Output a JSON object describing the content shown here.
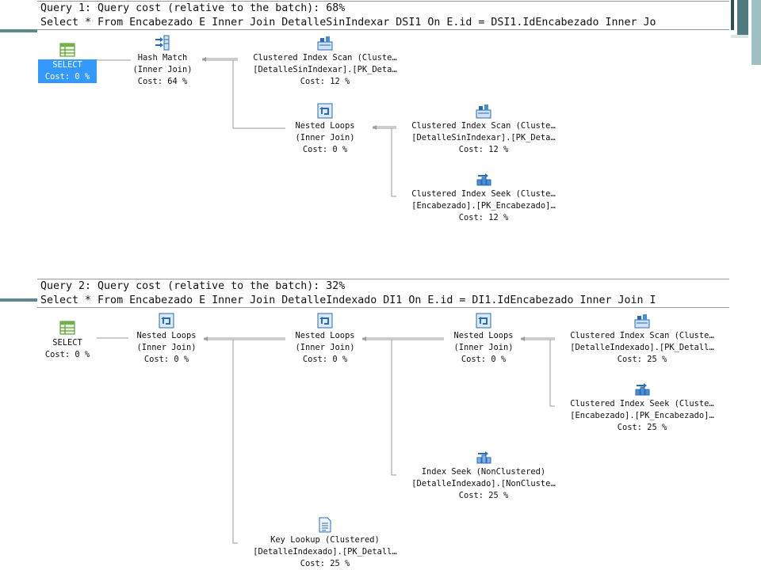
{
  "query1": {
    "title": "Query 1: Query cost (relative to the batch): 68%",
    "sql": "Select * From Encabezado E Inner Join DetalleSinIndexar DSI1 On E.id = DSI1.IdEncabezado Inner Jo",
    "nodes": [
      {
        "id": "select",
        "icon": "select-icon",
        "lines": [
          "SELECT",
          "Cost: 0 %"
        ]
      },
      {
        "id": "hash-match",
        "icon": "hash-match-icon",
        "lines": [
          "Hash Match",
          "(Inner Join)",
          "Cost: 64 %"
        ]
      },
      {
        "id": "ci-scan-a",
        "icon": "clustered-index-scan-icon",
        "lines": [
          "Clustered Index Scan (Cluste…",
          "[DetalleSinIndexar].[PK_Deta…",
          "Cost: 12 %"
        ]
      },
      {
        "id": "nested-loops",
        "icon": "nested-loops-icon",
        "lines": [
          "Nested Loops",
          "(Inner Join)",
          "Cost: 0 %"
        ]
      },
      {
        "id": "ci-scan-b",
        "icon": "clustered-index-scan-icon",
        "lines": [
          "Clustered Index Scan (Cluste…",
          "[DetalleSinIndexar].[PK_Deta…",
          "Cost: 12 %"
        ]
      },
      {
        "id": "ci-seek",
        "icon": "clustered-index-seek-icon",
        "lines": [
          "Clustered Index Seek (Cluste…",
          "[Encabezado].[PK_Encabezado]…",
          "Cost: 12 %"
        ]
      }
    ]
  },
  "query2": {
    "title": "Query 2: Query cost (relative to the batch): 32%",
    "sql": "Select * From Encabezado E Inner Join DetalleIndexado DI1 On E.id = DI1.IdEncabezado Inner Join I",
    "nodes": [
      {
        "id": "select",
        "icon": "select-icon",
        "lines": [
          "SELECT",
          "Cost: 0 %"
        ]
      },
      {
        "id": "nested-loops-1",
        "icon": "nested-loops-icon",
        "lines": [
          "Nested Loops",
          "(Inner Join)",
          "Cost: 0 %"
        ]
      },
      {
        "id": "nested-loops-2",
        "icon": "nested-loops-icon",
        "lines": [
          "Nested Loops",
          "(Inner Join)",
          "Cost: 0 %"
        ]
      },
      {
        "id": "nested-loops-3",
        "icon": "nested-loops-icon",
        "lines": [
          "Nested Loops",
          "(Inner Join)",
          "Cost: 0 %"
        ]
      },
      {
        "id": "ci-scan",
        "icon": "clustered-index-scan-icon",
        "lines": [
          "Clustered Index Scan (Cluste…",
          "[DetalleIndexado].[PK_Detall…",
          "Cost: 25 %"
        ]
      },
      {
        "id": "ci-seek",
        "icon": "clustered-index-seek-icon",
        "lines": [
          "Clustered Index Seek (Cluste…",
          "[Encabezado].[PK_Encabezado]…",
          "Cost: 25 %"
        ]
      },
      {
        "id": "index-seek",
        "icon": "index-seek-icon",
        "lines": [
          "Index Seek (NonClustered)",
          "[DetalleIndexado].[NonCluste…",
          "Cost: 25 %"
        ]
      },
      {
        "id": "key-lookup",
        "icon": "key-lookup-icon",
        "lines": [
          "Key Lookup (Clustered)",
          "[DetalleIndexado].[PK_Detall…",
          "Cost: 25 %"
        ]
      }
    ]
  }
}
